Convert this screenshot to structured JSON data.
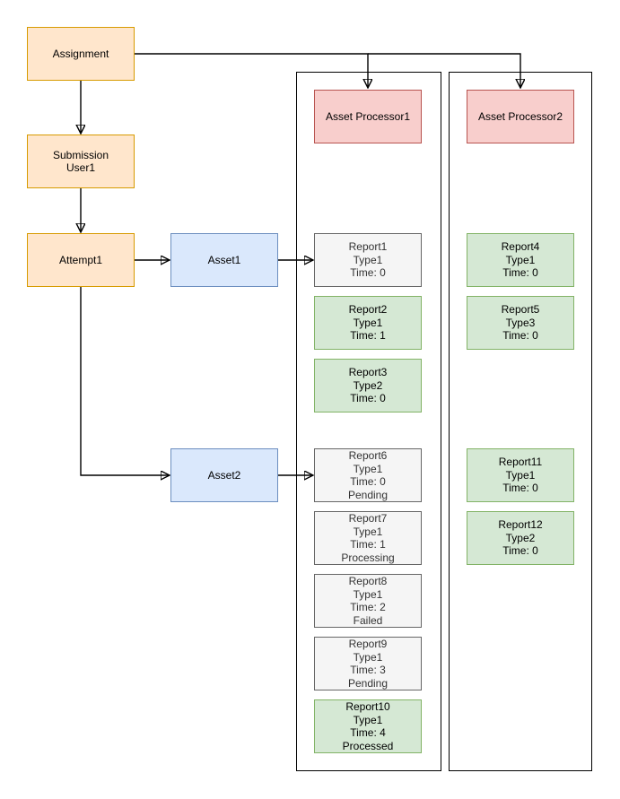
{
  "diagram": {
    "nodes": {
      "assignment": {
        "label": "Assignment"
      },
      "submission": {
        "line1": "Submission",
        "line2": "User1"
      },
      "attempt": {
        "label": "Attempt1"
      },
      "asset1": {
        "label": "Asset1"
      },
      "asset2": {
        "label": "Asset2"
      },
      "processor1": {
        "label": "Asset Processor1"
      },
      "processor2": {
        "label": "Asset Processor2"
      }
    },
    "processor1_reports": [
      {
        "name": "Report1",
        "type": "Type1",
        "time": "Time: 0",
        "variant": "gray"
      },
      {
        "name": "Report2",
        "type": "Type1",
        "time": "Time: 1",
        "variant": "green"
      },
      {
        "name": "Report3",
        "type": "Type2",
        "time": "Time: 0",
        "variant": "green"
      },
      {
        "name": "Report6",
        "type": "Type1",
        "time": "Time: 0",
        "status": "Pending",
        "variant": "gray"
      },
      {
        "name": "Report7",
        "type": "Type1",
        "time": "Time: 1",
        "status": "Processing",
        "variant": "gray"
      },
      {
        "name": "Report8",
        "type": "Type1",
        "time": "Time: 2",
        "status": "Failed",
        "variant": "gray"
      },
      {
        "name": "Report9",
        "type": "Type1",
        "time": "Time: 3",
        "status": "Pending",
        "variant": "gray"
      },
      {
        "name": "Report10",
        "type": "Type1",
        "time": "Time: 4",
        "status": "Processed",
        "variant": "green"
      }
    ],
    "processor2_reports": [
      {
        "name": "Report4",
        "type": "Type1",
        "time": "Time: 0",
        "variant": "green"
      },
      {
        "name": "Report5",
        "type": "Type3",
        "time": "Time: 0",
        "variant": "green"
      },
      {
        "name": "Report11",
        "type": "Type1",
        "time": "Time: 0",
        "variant": "green"
      },
      {
        "name": "Report12",
        "type": "Type2",
        "time": "Time: 0",
        "variant": "green"
      }
    ],
    "edges": [
      {
        "from": "Assignment",
        "to": "Submission User1"
      },
      {
        "from": "Submission User1",
        "to": "Attempt1"
      },
      {
        "from": "Attempt1",
        "to": "Asset1"
      },
      {
        "from": "Attempt1",
        "to": "Asset2"
      },
      {
        "from": "Asset1",
        "to": "Report1"
      },
      {
        "from": "Asset2",
        "to": "Report6"
      },
      {
        "from": "Assignment",
        "to": "Asset Processor1"
      },
      {
        "from": "Assignment",
        "to": "Asset Processor2"
      }
    ],
    "colors": {
      "orange_fill": "#ffe6cc",
      "orange_stroke": "#d79b00",
      "blue_fill": "#dae8fc",
      "blue_stroke": "#6c8ebf",
      "red_fill": "#f8cecc",
      "red_stroke": "#b85450",
      "green_fill": "#d5e8d4",
      "green_stroke": "#82b366",
      "gray_fill": "#f5f5f5",
      "gray_stroke": "#666666",
      "edge_stroke": "#000000"
    }
  }
}
